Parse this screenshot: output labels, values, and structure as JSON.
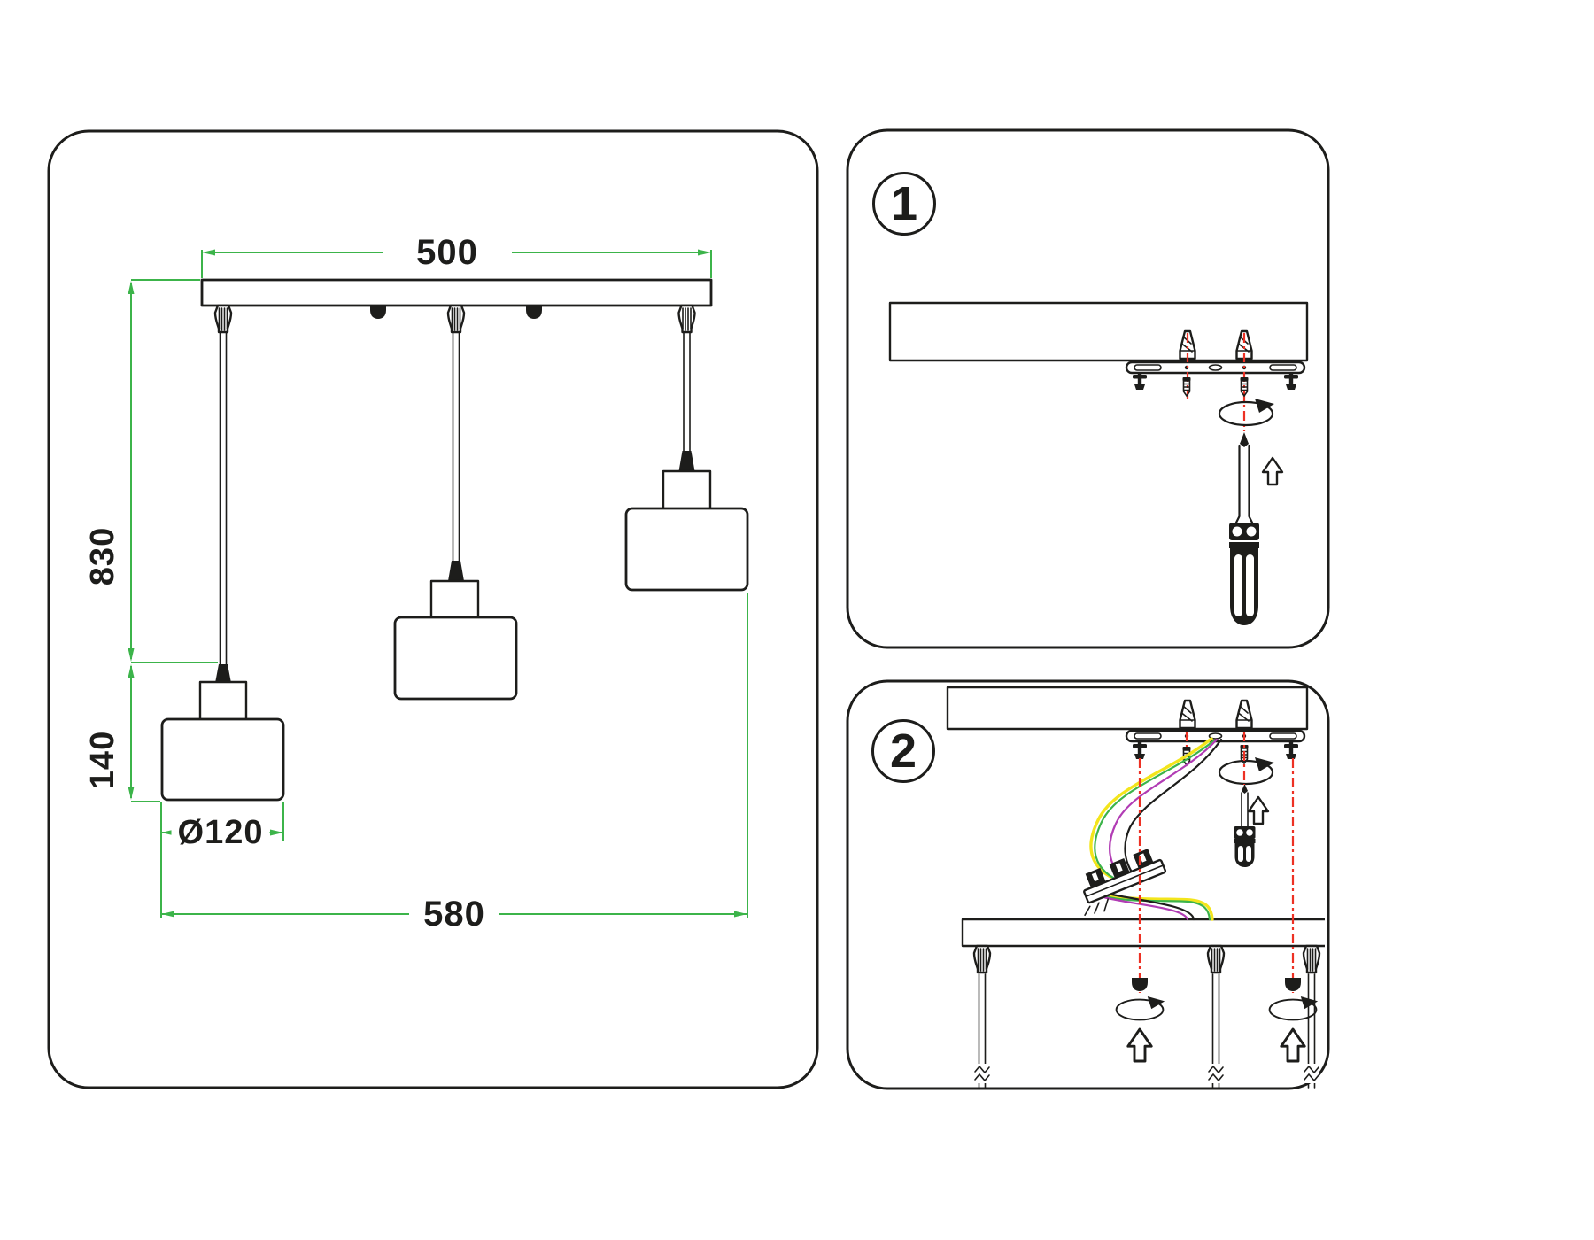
{
  "dimension_panel": {
    "labels": {
      "canopy_width": "500",
      "suspension_height": "830",
      "shade_height": "140",
      "shade_diameter": "Ø120",
      "overall_width": "580"
    }
  },
  "steps": [
    {
      "number": "1"
    },
    {
      "number": "2"
    }
  ],
  "colors": {
    "line": "#1d1d1b",
    "dimension_green": "#3cb44a",
    "alignment_red": "#ed3124",
    "wire_yellow": "#f3e51c",
    "wire_green": "#3cb44a",
    "wire_purple": "#b13cb4",
    "wire_black": "#1d1d1b"
  },
  "icons": {
    "rotation": "rotate-ccw-icon",
    "direction": "arrow-up-icon",
    "tool": "screwdriver-icon",
    "fastener": "wall-anchor-icon",
    "connector": "terminal-block-icon"
  }
}
